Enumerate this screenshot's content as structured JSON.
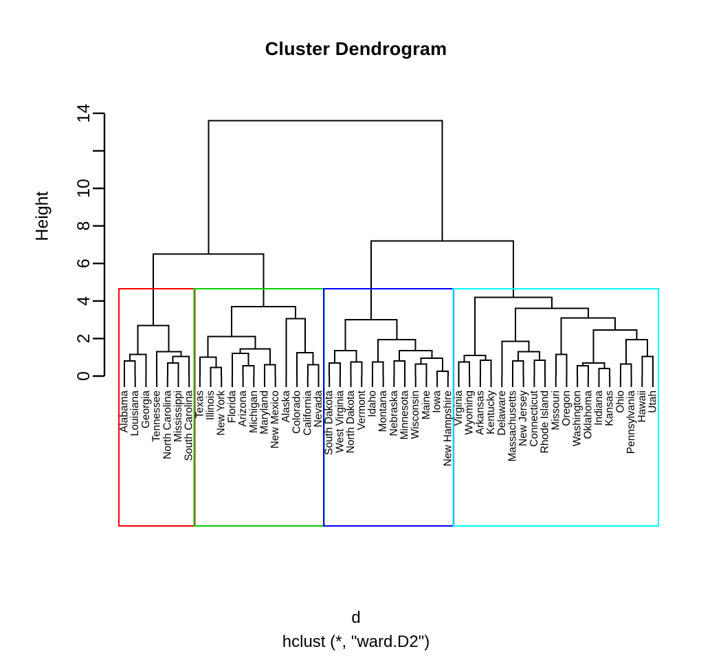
{
  "title": "Cluster Dendrogram",
  "axis": {
    "ylabel": "Height",
    "yticks": [
      0,
      2,
      4,
      6,
      8,
      10,
      12,
      14
    ],
    "ytick_labels": [
      "0",
      "2",
      "4",
      "6",
      "8",
      "10",
      "",
      "14"
    ],
    "ylim": [
      0,
      14
    ]
  },
  "caption": {
    "line1": "d",
    "line2": "hclust (*, \"ward.D2\")"
  },
  "colors": {
    "cluster1": "#ff0000",
    "cluster2": "#00cc00",
    "cluster3": "#0000ff",
    "cluster4": "#00ffff",
    "tree": "#000000",
    "axis": "#000000"
  },
  "chart_data": {
    "type": "dendrogram",
    "title": "Cluster Dendrogram",
    "xlabel": "d",
    "sublabel": "hclust (*, \"ward.D2\")",
    "ylabel": "Height",
    "ylim": [
      0,
      14
    ],
    "yticks": [
      0,
      2,
      4,
      6,
      8,
      10,
      12,
      14
    ],
    "method": "ward.D2",
    "n_leaves": 50,
    "k_clusters": 4,
    "root_height": 13.6,
    "rect_top_height": 4.65,
    "leaves": [
      "Alabama",
      "Louisiana",
      "Georgia",
      "Tennessee",
      "North Carolina",
      "Mississippi",
      "South Carolina",
      "Texas",
      "Illinois",
      "New York",
      "Florida",
      "Arizona",
      "Michigan",
      "Maryland",
      "New Mexico",
      "Alaska",
      "Colorado",
      "California",
      "Nevada",
      "South Dakota",
      "West Virginia",
      "North Dakota",
      "Vermont",
      "Idaho",
      "Montana",
      "Nebraska",
      "Minnesota",
      "Wisconsin",
      "Maine",
      "Iowa",
      "New Hampshire",
      "Virginia",
      "Wyoming",
      "Arkansas",
      "Kentucky",
      "Delaware",
      "Massachusetts",
      "New Jersey",
      "Connecticut",
      "Rhode Island",
      "Missouri",
      "Oregon",
      "Washington",
      "Oklahoma",
      "Indiana",
      "Kansas",
      "Ohio",
      "Pennsylvania",
      "Hawaii",
      "Utah"
    ],
    "clusters": [
      {
        "id": 1,
        "color": "#ff0000",
        "leaf_start": 0,
        "leaf_end": 6,
        "members": [
          "Alabama",
          "Louisiana",
          "Georgia",
          "Tennessee",
          "North Carolina",
          "Mississippi",
          "South Carolina"
        ]
      },
      {
        "id": 2,
        "color": "#00cc00",
        "leaf_start": 7,
        "leaf_end": 18,
        "members": [
          "Texas",
          "Illinois",
          "New York",
          "Florida",
          "Arizona",
          "Michigan",
          "Maryland",
          "New Mexico",
          "Alaska",
          "Colorado",
          "California",
          "Nevada"
        ]
      },
      {
        "id": 3,
        "color": "#0000ff",
        "leaf_start": 19,
        "leaf_end": 30,
        "members": [
          "South Dakota",
          "West Virginia",
          "North Dakota",
          "Vermont",
          "Idaho",
          "Montana",
          "Nebraska",
          "Minnesota",
          "Wisconsin",
          "Maine",
          "Iowa",
          "New Hampshire"
        ]
      },
      {
        "id": 4,
        "color": "#00ffff",
        "leaf_start": 31,
        "leaf_end": 49,
        "members": [
          "Virginia",
          "Wyoming",
          "Arkansas",
          "Kentucky",
          "Delaware",
          "Massachusetts",
          "New Jersey",
          "Connecticut",
          "Rhode Island",
          "Missouri",
          "Oregon",
          "Washington",
          "Oklahoma",
          "Indiana",
          "Kansas",
          "Ohio",
          "Pennsylvania",
          "Hawaii",
          "Utah"
        ]
      }
    ],
    "merges": [
      {
        "left": {
          "leaf": 0
        },
        "right": {
          "leaf": 1
        },
        "height": 0.8,
        "id": "m1"
      },
      {
        "left": {
          "merge": "m1"
        },
        "right": {
          "leaf": 2
        },
        "height": 1.15,
        "id": "m2"
      },
      {
        "left": {
          "leaf": 4
        },
        "right": {
          "leaf": 5
        },
        "height": 0.7,
        "id": "m3"
      },
      {
        "left": {
          "merge": "m3"
        },
        "right": {
          "leaf": 6
        },
        "height": 1.05,
        "id": "m4"
      },
      {
        "left": {
          "leaf": 3
        },
        "right": {
          "merge": "m4"
        },
        "height": 1.3,
        "id": "m5"
      },
      {
        "left": {
          "merge": "m2"
        },
        "right": {
          "merge": "m5"
        },
        "height": 2.7,
        "id": "m6"
      },
      {
        "left": {
          "leaf": 8
        },
        "right": {
          "leaf": 9
        },
        "height": 0.45,
        "id": "m7"
      },
      {
        "left": {
          "leaf": 7
        },
        "right": {
          "merge": "m7"
        },
        "height": 1.0,
        "id": "m8"
      },
      {
        "left": {
          "leaf": 11
        },
        "right": {
          "leaf": 12
        },
        "height": 0.55,
        "id": "m9"
      },
      {
        "left": {
          "leaf": 10
        },
        "right": {
          "merge": "m9"
        },
        "height": 1.2,
        "id": "m10"
      },
      {
        "left": {
          "leaf": 13
        },
        "right": {
          "leaf": 14
        },
        "height": 0.6,
        "id": "m11"
      },
      {
        "left": {
          "merge": "m10"
        },
        "right": {
          "merge": "m11"
        },
        "height": 1.45,
        "id": "m12"
      },
      {
        "left": {
          "merge": "m8"
        },
        "right": {
          "merge": "m12"
        },
        "height": 2.1,
        "id": "m13"
      },
      {
        "left": {
          "leaf": 17
        },
        "right": {
          "leaf": 18
        },
        "height": 0.6,
        "id": "m14"
      },
      {
        "left": {
          "leaf": 16
        },
        "right": {
          "merge": "m14"
        },
        "height": 1.25,
        "id": "m15"
      },
      {
        "left": {
          "leaf": 15
        },
        "right": {
          "merge": "m15"
        },
        "height": 3.05,
        "id": "m16"
      },
      {
        "left": {
          "merge": "m13"
        },
        "right": {
          "merge": "m16"
        },
        "height": 3.7,
        "id": "m17"
      },
      {
        "left": {
          "merge": "m6"
        },
        "right": {
          "merge": "m17"
        },
        "height": 6.5,
        "id": "m18"
      },
      {
        "left": {
          "leaf": 19
        },
        "right": {
          "leaf": 20
        },
        "height": 0.7,
        "id": "m19"
      },
      {
        "left": {
          "leaf": 21
        },
        "right": {
          "leaf": 22
        },
        "height": 0.75,
        "id": "m20"
      },
      {
        "left": {
          "merge": "m19"
        },
        "right": {
          "merge": "m20"
        },
        "height": 1.35,
        "id": "m21"
      },
      {
        "left": {
          "leaf": 23
        },
        "right": {
          "leaf": 24
        },
        "height": 0.75,
        "id": "m22"
      },
      {
        "left": {
          "leaf": 25
        },
        "right": {
          "leaf": 26
        },
        "height": 0.8,
        "id": "m23"
      },
      {
        "left": {
          "leaf": 27
        },
        "right": {
          "leaf": 28
        },
        "height": 0.65,
        "id": "m24"
      },
      {
        "left": {
          "leaf": 29
        },
        "right": {
          "leaf": 30
        },
        "height": 0.25,
        "id": "m25"
      },
      {
        "left": {
          "merge": "m24"
        },
        "right": {
          "merge": "m25"
        },
        "height": 0.95,
        "id": "m26"
      },
      {
        "left": {
          "merge": "m23"
        },
        "right": {
          "merge": "m26"
        },
        "height": 1.35,
        "id": "m27"
      },
      {
        "left": {
          "merge": "m22"
        },
        "right": {
          "merge": "m27"
        },
        "height": 1.95,
        "id": "m28"
      },
      {
        "left": {
          "merge": "m21"
        },
        "right": {
          "merge": "m28"
        },
        "height": 3.0,
        "id": "m29"
      },
      {
        "left": {
          "leaf": 31
        },
        "right": {
          "leaf": 32
        },
        "height": 0.75,
        "id": "m30"
      },
      {
        "left": {
          "leaf": 33
        },
        "right": {
          "leaf": 34
        },
        "height": 0.85,
        "id": "m31"
      },
      {
        "left": {
          "merge": "m30"
        },
        "right": {
          "merge": "m31"
        },
        "height": 1.1,
        "id": "m32"
      },
      {
        "left": {
          "leaf": 36
        },
        "right": {
          "leaf": 37
        },
        "height": 0.8,
        "id": "m33"
      },
      {
        "left": {
          "leaf": 38
        },
        "right": {
          "leaf": 39
        },
        "height": 0.85,
        "id": "m34"
      },
      {
        "left": {
          "merge": "m33"
        },
        "right": {
          "merge": "m34"
        },
        "height": 1.3,
        "id": "m35"
      },
      {
        "left": {
          "leaf": 35
        },
        "right": {
          "merge": "m35"
        },
        "height": 1.85,
        "id": "m36"
      },
      {
        "left": {
          "leaf": 40
        },
        "right": {
          "leaf": 41
        },
        "height": 1.15,
        "id": "m37"
      },
      {
        "left": {
          "leaf": 42
        },
        "right": {
          "leaf": 43
        },
        "height": 0.55,
        "id": "m38"
      },
      {
        "left": {
          "leaf": 44
        },
        "right": {
          "leaf": 45
        },
        "height": 0.4,
        "id": "m39"
      },
      {
        "left": {
          "merge": "m38"
        },
        "right": {
          "merge": "m39"
        },
        "height": 0.7,
        "id": "m40"
      },
      {
        "left": {
          "leaf": 46
        },
        "right": {
          "leaf": 47
        },
        "height": 0.65,
        "id": "m41"
      },
      {
        "left": {
          "leaf": 48
        },
        "right": {
          "leaf": 49
        },
        "height": 1.05,
        "id": "m42"
      },
      {
        "left": {
          "merge": "m41"
        },
        "right": {
          "merge": "m42"
        },
        "height": 1.95,
        "id": "m43"
      },
      {
        "left": {
          "merge": "m40"
        },
        "right": {
          "merge": "m43"
        },
        "height": 2.45,
        "id": "m44"
      },
      {
        "left": {
          "merge": "m37"
        },
        "right": {
          "merge": "m44"
        },
        "height": 3.1,
        "id": "m45"
      },
      {
        "left": {
          "merge": "m36"
        },
        "right": {
          "merge": "m45"
        },
        "height": 3.6,
        "id": "m46"
      },
      {
        "left": {
          "merge": "m32"
        },
        "right": {
          "merge": "m46"
        },
        "height": 4.2,
        "id": "m47"
      },
      {
        "left": {
          "merge": "m29"
        },
        "right": {
          "merge": "m47"
        },
        "height": 7.2,
        "id": "m48"
      },
      {
        "left": {
          "merge": "m18"
        },
        "right": {
          "merge": "m48"
        },
        "height": 13.6,
        "id": "m49"
      }
    ]
  }
}
